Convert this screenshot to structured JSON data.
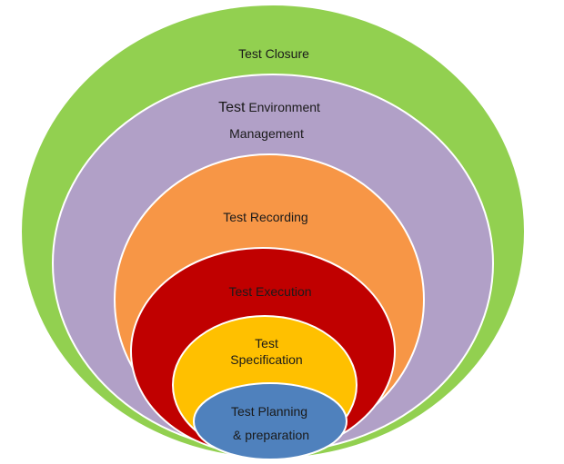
{
  "diagram": {
    "colors": {
      "closure": "#92d050",
      "environment": "#b1a0c7",
      "recording": "#f79646",
      "execution": "#c00000",
      "specification": "#ffc000",
      "planning": "#4f81bd",
      "stroke": "#ffffff"
    },
    "layers": {
      "closure": {
        "label": "Test Closure"
      },
      "environment": {
        "label_word": "Test",
        "label_rest": "Environment",
        "label_line2": "Management"
      },
      "recording": {
        "label": "Test Recording"
      },
      "execution": {
        "label": "Test Execution"
      },
      "specification": {
        "label_line1": "Test",
        "label_line2": "Specification"
      },
      "planning": {
        "label_line1": "Test Planning",
        "label_line2": "& preparation"
      }
    }
  }
}
